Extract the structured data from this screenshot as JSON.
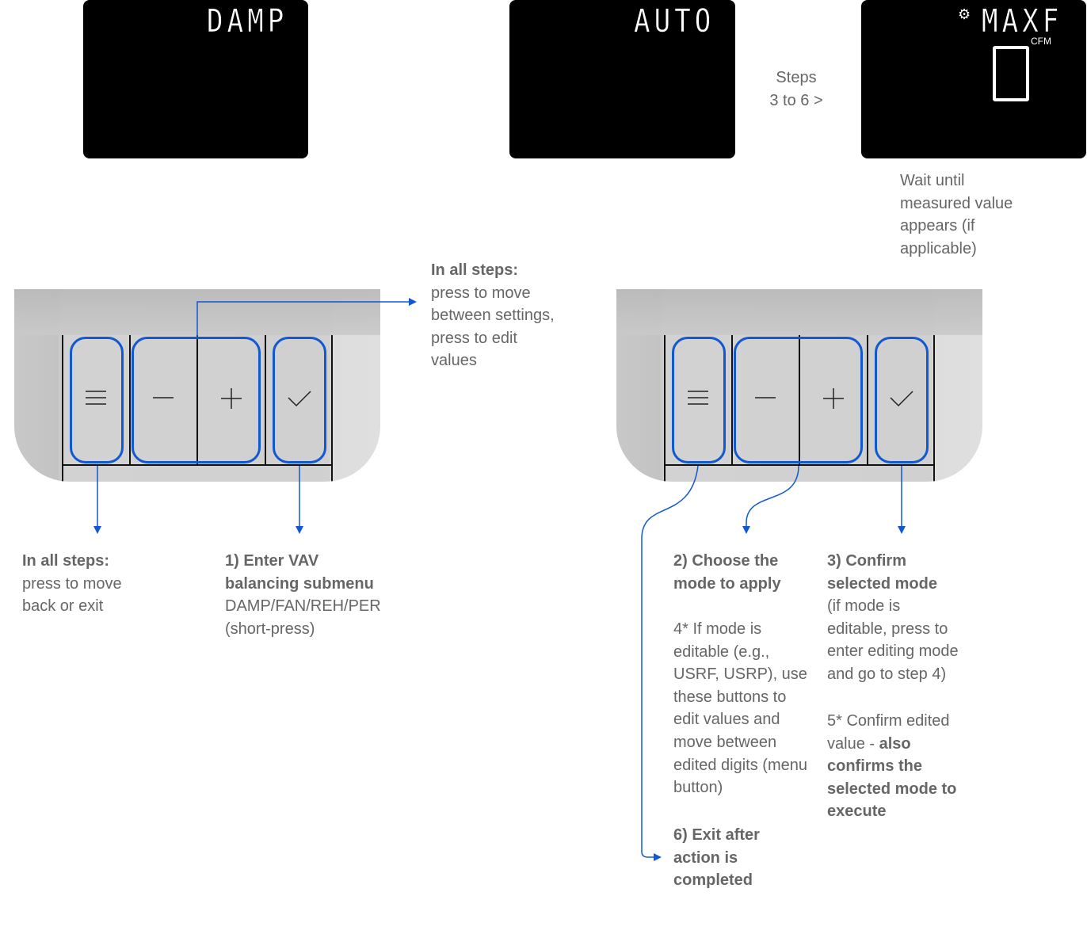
{
  "screens": [
    {
      "text": "DAMP"
    },
    {
      "text": "AUTO"
    },
    {
      "text": "MAXF",
      "unit": "CFM",
      "gear_icon": "gear-icon",
      "value_shown": "0"
    }
  ],
  "steps_label": {
    "line1": "Steps",
    "line2": "3 to 6 >"
  },
  "wait_note": {
    "lines": [
      "Wait until",
      "measured value",
      "appears (if",
      "applicable)"
    ]
  },
  "panel_icons": [
    "menu-icon",
    "minus-icon",
    "plus-icon",
    "check-icon"
  ],
  "annotations": {
    "top": {
      "bold": "In all steps:",
      "lines": [
        "press to move",
        "between settings,",
        "press to edit",
        "values"
      ]
    },
    "menu_left": {
      "bold": "In all steps:",
      "lines": [
        "press to move",
        "back or exit"
      ]
    },
    "enter": {
      "bold_lines": [
        "1) Enter VAV",
        "balancing submenu"
      ],
      "lines": [
        "DAMP/FAN/REH/PER",
        "(short-press)"
      ]
    },
    "choose": {
      "bold_lines": [
        "2) Choose the",
        "mode to apply"
      ]
    },
    "edit": {
      "lines": [
        "4* If mode is",
        "editable (e.g.,",
        "USRF, USRP), use",
        "these buttons to",
        "edit values and",
        "move between",
        "edited digits (menu",
        "button)"
      ]
    },
    "exit": {
      "bold_lines": [
        "6) Exit after",
        "action is",
        "completed"
      ]
    },
    "confirm": {
      "bold_lines": [
        "3) Confirm",
        "selected mode"
      ],
      "lines": [
        "(if mode is",
        "editable, press to",
        "enter editing mode",
        "and go to step 4)"
      ]
    },
    "confirm_edit": {
      "line1": "5* Confirm edited",
      "line2_plain": "value - ",
      "line2_bold": "also",
      "bold_lines": [
        "confirms the",
        "selected mode to",
        "execute"
      ]
    }
  },
  "colors": {
    "accent": "#1158d2",
    "text": "#666666",
    "lcd": "#000000"
  }
}
